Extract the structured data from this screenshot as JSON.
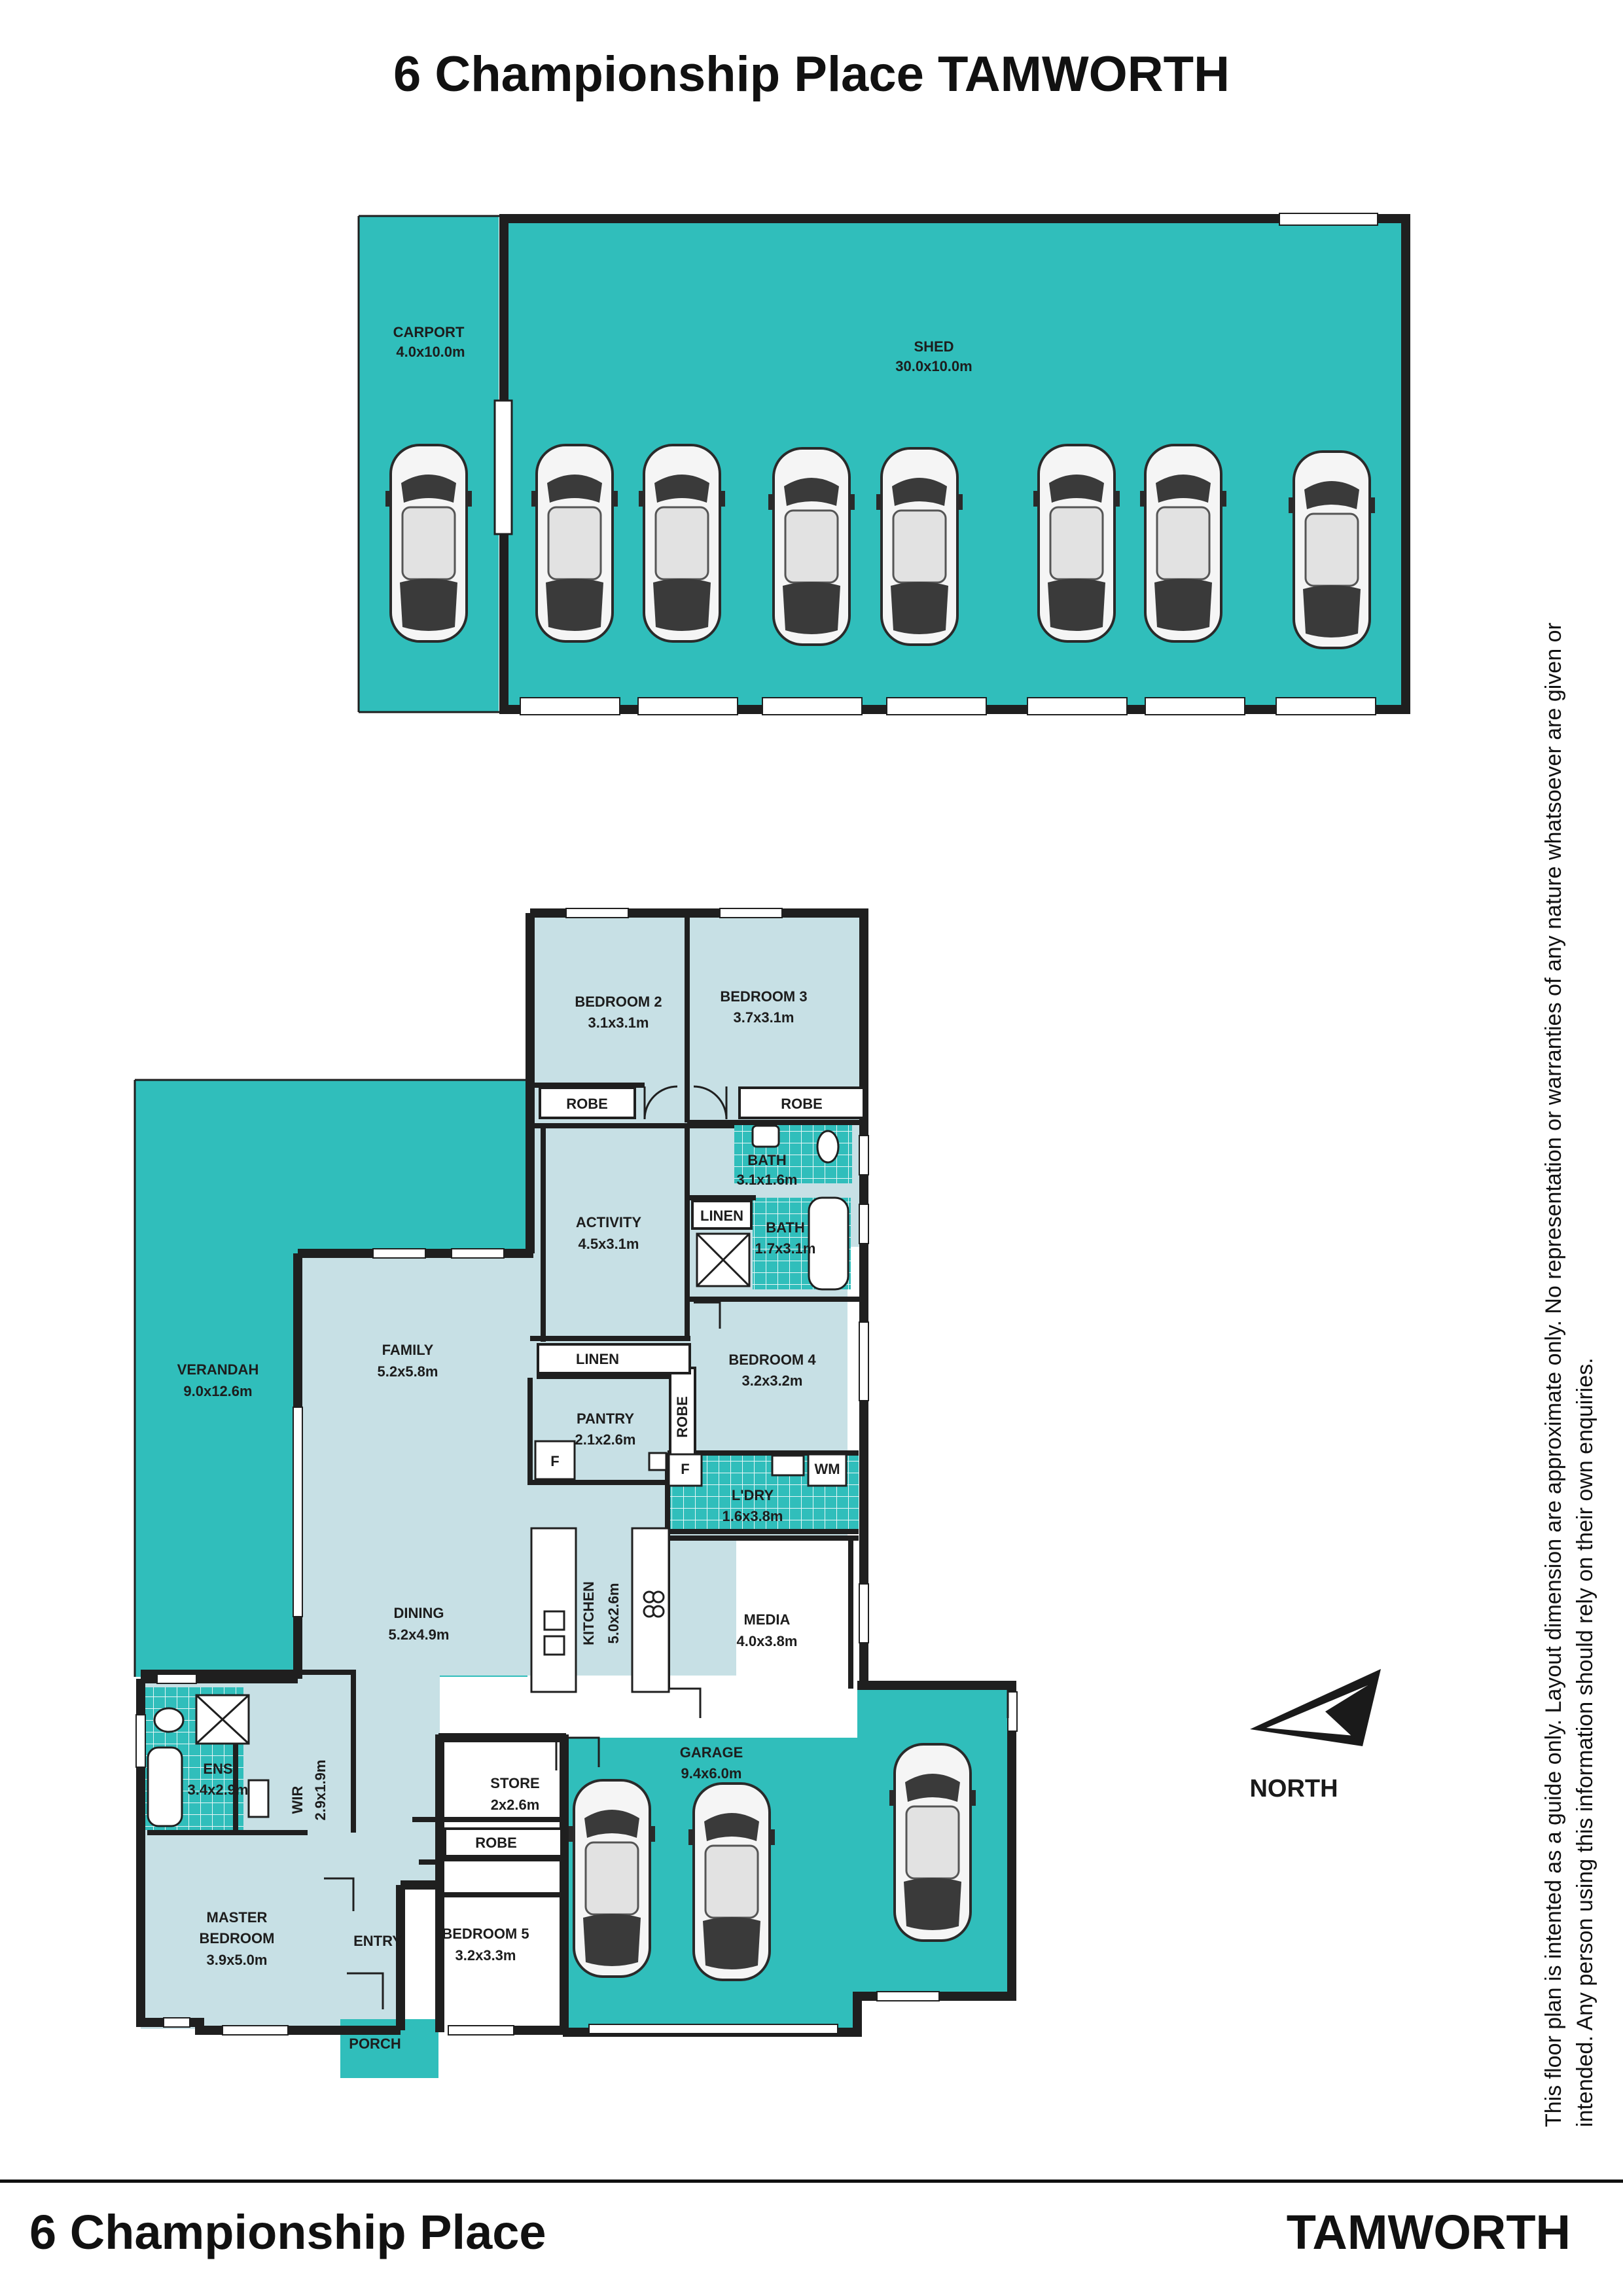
{
  "title": "6 Championship Place TAMWORTH",
  "footer": {
    "left": "6 Championship Place",
    "right": "TAMWORTH"
  },
  "disclaimer": "This floor plan is intented as a guide only. Layout dimension are approximate only. No representation or warranties of any nature whatsoever are given or intended. Any person using this information should rely on their own enquiries.",
  "compass": {
    "label": "NORTH"
  },
  "colors": {
    "outdoor": "#30bebb",
    "interior": "#c7e0e5",
    "wet": "#30bebb",
    "wall": "#1f1f1f"
  },
  "rooms": {
    "carport": {
      "name": "CARPORT",
      "size": "4.0x10.0m"
    },
    "shed": {
      "name": "SHED",
      "size": "30.0x10.0m"
    },
    "bedroom2": {
      "name": "BEDROOM 2",
      "size": "3.1x3.1m"
    },
    "bedroom3": {
      "name": "BEDROOM 3",
      "size": "3.7x3.1m"
    },
    "robe_a": {
      "name": "ROBE"
    },
    "robe_b": {
      "name": "ROBE"
    },
    "bath1": {
      "name": "BATH",
      "size": "3.1x1.6m"
    },
    "activity": {
      "name": "ACTIVITY",
      "size": "4.5x3.1m"
    },
    "linen_a": {
      "name": "LINEN"
    },
    "bath2": {
      "name": "BATH",
      "size": "1.7x3.1m"
    },
    "family": {
      "name": "FAMILY",
      "size": "5.2x5.8m"
    },
    "linen_b": {
      "name": "LINEN"
    },
    "bedroom4": {
      "name": "BEDROOM 4",
      "size": "3.2x3.2m"
    },
    "robe_c": {
      "name": "ROBE"
    },
    "verandah": {
      "name": "VERANDAH",
      "size": "9.0x12.6m"
    },
    "pantry": {
      "name": "PANTRY",
      "size": "2.1x2.6m"
    },
    "fridge_a": {
      "name": "F"
    },
    "fridge_b": {
      "name": "F"
    },
    "wm": {
      "name": "WM"
    },
    "laundry": {
      "name": "L'DRY",
      "size": "1.6x3.8m"
    },
    "dining": {
      "name": "DINING",
      "size": "5.2x4.9m"
    },
    "kitchen": {
      "name": "KITCHEN",
      "size": "5.0x2.6m"
    },
    "media": {
      "name": "MEDIA",
      "size": "4.0x3.8m"
    },
    "garage": {
      "name": "GARAGE",
      "size": "9.4x6.0m"
    },
    "ens": {
      "name": "ENS",
      "size": "3.4x2.9m"
    },
    "wir": {
      "name": "WIR",
      "size": "2.9x1.9m"
    },
    "store": {
      "name": "STORE",
      "size": "2x2.6m"
    },
    "robe_d": {
      "name": "ROBE"
    },
    "master": {
      "name": "MASTER",
      "name2": "BEDROOM",
      "size": "3.9x5.0m"
    },
    "entry": {
      "name": "ENTRY"
    },
    "bedroom5": {
      "name": "BEDROOM 5",
      "size": "3.2x3.3m"
    },
    "porch": {
      "name": "PORCH"
    }
  }
}
